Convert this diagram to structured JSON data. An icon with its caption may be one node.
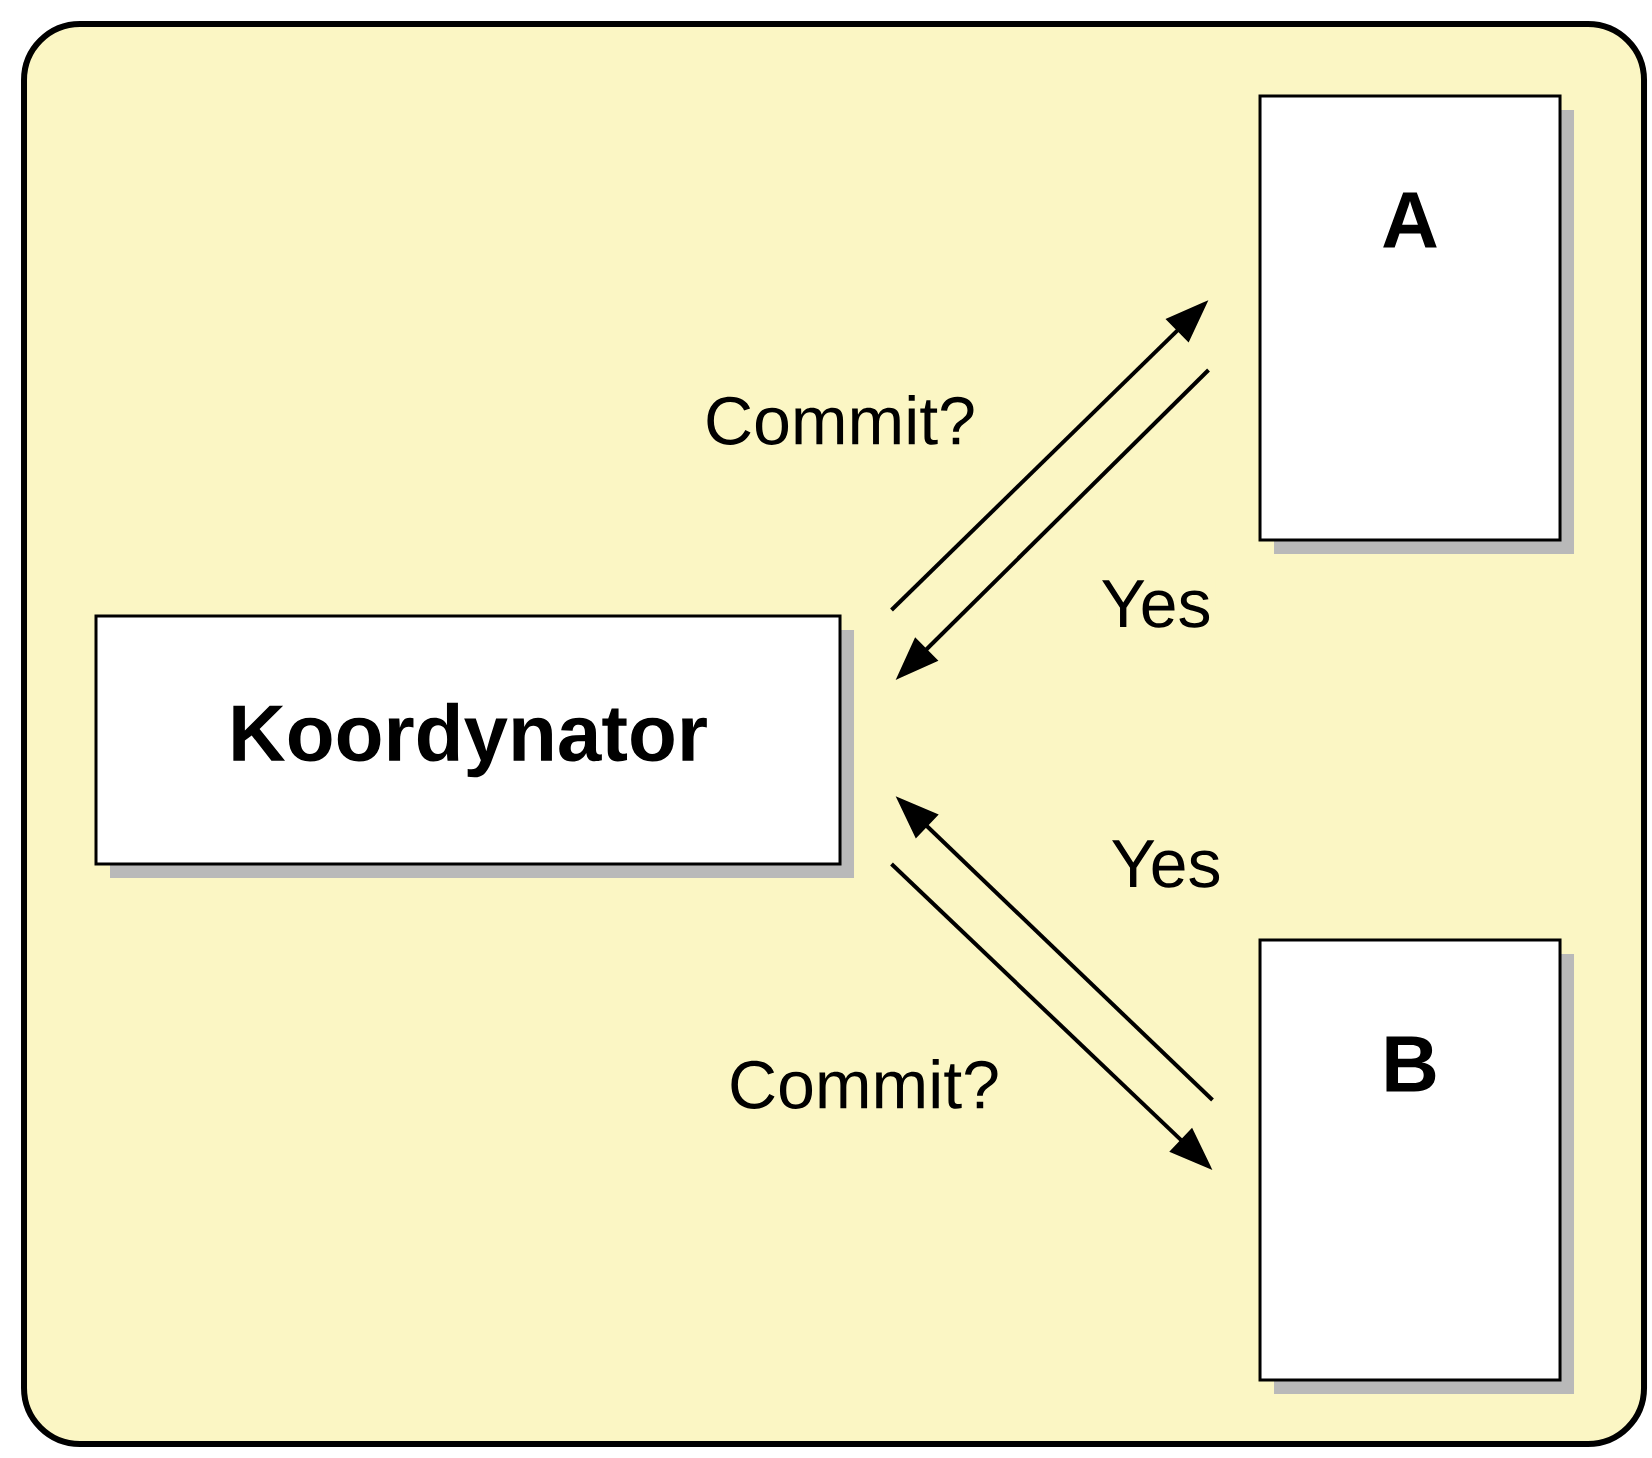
{
  "diagram": {
    "nodes": [
      {
        "text": [
          "Koordynator"
        ]
      },
      {
        "text": [
          "A"
        ]
      },
      {
        "text": [
          "B"
        ]
      }
    ],
    "edges": [
      {
        "from": 0,
        "to": 1,
        "arrow": "to",
        "label": "Commit?"
      },
      {
        "from": 1,
        "to": 0,
        "arrow": "to",
        "label": "Yes"
      },
      {
        "from": 2,
        "to": 0,
        "arrow": "to",
        "label": "Yes"
      },
      {
        "from": 0,
        "to": 2,
        "arrow": "to",
        "label": "Commit?"
      }
    ]
  }
}
